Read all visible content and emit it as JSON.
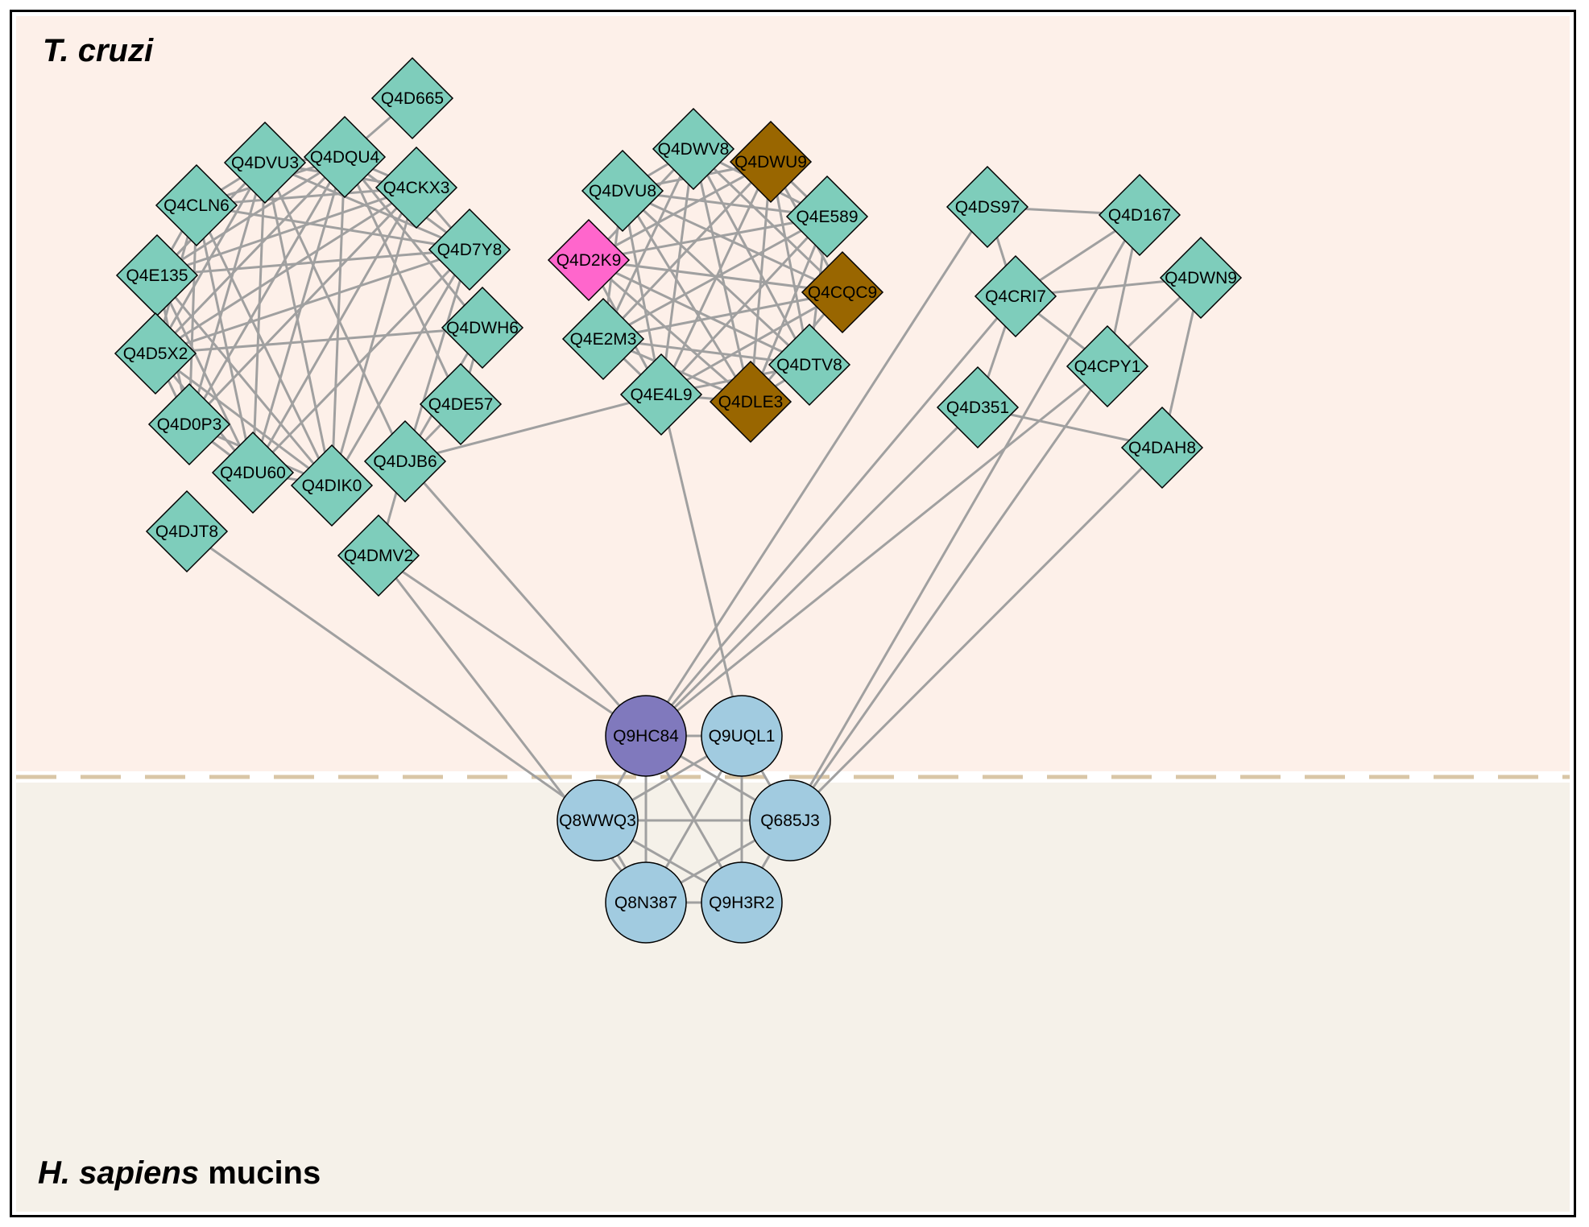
{
  "regions": {
    "top": {
      "label_italic": "T. cruzi",
      "label_rest": "",
      "color": "#fdf0e9"
    },
    "bottom": {
      "label_italic": "H. sapiens",
      "label_rest": " mucins",
      "color": "#f5f1e9"
    },
    "divider_color": "#d9c6a6"
  },
  "colors": {
    "edge": "#a0a0a0",
    "diamond_default": "#7ecdbb",
    "diamond_pink": "#ff66cc",
    "diamond_brown": "#996600",
    "circle_default": "#a1cbe0",
    "circle_highlight": "#8079bd"
  },
  "diagram_data": {
    "diamonds": [
      {
        "id": "Q4D665",
        "color": "diamond_default"
      },
      {
        "id": "Q4DVU3",
        "color": "diamond_default"
      },
      {
        "id": "Q4DQU4",
        "color": "diamond_default"
      },
      {
        "id": "Q4CKX3",
        "color": "diamond_default"
      },
      {
        "id": "Q4CLN6",
        "color": "diamond_default"
      },
      {
        "id": "Q4D7Y8",
        "color": "diamond_default"
      },
      {
        "id": "Q4E135",
        "color": "diamond_default"
      },
      {
        "id": "Q4DWH6",
        "color": "diamond_default"
      },
      {
        "id": "Q4D5X2",
        "color": "diamond_default"
      },
      {
        "id": "Q4DE57",
        "color": "diamond_default"
      },
      {
        "id": "Q4D0P3",
        "color": "diamond_default"
      },
      {
        "id": "Q4DJB6",
        "color": "diamond_default"
      },
      {
        "id": "Q4DU60",
        "color": "diamond_default"
      },
      {
        "id": "Q4DIK0",
        "color": "diamond_default"
      },
      {
        "id": "Q4DJT8",
        "color": "diamond_default"
      },
      {
        "id": "Q4DMV2",
        "color": "diamond_default"
      },
      {
        "id": "Q4DWV8",
        "color": "diamond_default"
      },
      {
        "id": "Q4DWU9",
        "color": "diamond_brown"
      },
      {
        "id": "Q4DVU8",
        "color": "diamond_default"
      },
      {
        "id": "Q4E589",
        "color": "diamond_default"
      },
      {
        "id": "Q4D2K9",
        "color": "diamond_pink"
      },
      {
        "id": "Q4CQC9",
        "color": "diamond_brown"
      },
      {
        "id": "Q4E2M3",
        "color": "diamond_default"
      },
      {
        "id": "Q4DTV8",
        "color": "diamond_default"
      },
      {
        "id": "Q4E4L9",
        "color": "diamond_default"
      },
      {
        "id": "Q4DLE3",
        "color": "diamond_brown"
      },
      {
        "id": "Q4DS97",
        "color": "diamond_default"
      },
      {
        "id": "Q4D167",
        "color": "diamond_default"
      },
      {
        "id": "Q4CRI7",
        "color": "diamond_default"
      },
      {
        "id": "Q4DWN9",
        "color": "diamond_default"
      },
      {
        "id": "Q4CPY1",
        "color": "diamond_default"
      },
      {
        "id": "Q4D351",
        "color": "diamond_default"
      },
      {
        "id": "Q4DAH8",
        "color": "diamond_default"
      }
    ],
    "circles": [
      {
        "id": "Q9HC84",
        "color": "circle_highlight"
      },
      {
        "id": "Q9UQL1",
        "color": "circle_default"
      },
      {
        "id": "Q8WWQ3",
        "color": "circle_default"
      },
      {
        "id": "Q685J3",
        "color": "circle_default"
      },
      {
        "id": "Q8N387",
        "color": "circle_default"
      },
      {
        "id": "Q9H3R2",
        "color": "circle_default"
      }
    ],
    "edges": [
      [
        "Q4D665",
        "Q4DQU4"
      ],
      [
        "Q4DVU3",
        "Q4DQU4"
      ],
      [
        "Q4DVU3",
        "Q4CKX3"
      ],
      [
        "Q4DVU3",
        "Q4CLN6"
      ],
      [
        "Q4DVU3",
        "Q4D7Y8"
      ],
      [
        "Q4DVU3",
        "Q4E135"
      ],
      [
        "Q4DVU3",
        "Q4D5X2"
      ],
      [
        "Q4DVU3",
        "Q4D0P3"
      ],
      [
        "Q4DVU3",
        "Q4DU60"
      ],
      [
        "Q4DVU3",
        "Q4DIK0"
      ],
      [
        "Q4DVU3",
        "Q4DJB6"
      ],
      [
        "Q4DQU4",
        "Q4CKX3"
      ],
      [
        "Q4DQU4",
        "Q4CLN6"
      ],
      [
        "Q4DQU4",
        "Q4D7Y8"
      ],
      [
        "Q4DQU4",
        "Q4E135"
      ],
      [
        "Q4DQU4",
        "Q4D5X2"
      ],
      [
        "Q4DQU4",
        "Q4DU60"
      ],
      [
        "Q4DQU4",
        "Q4DIK0"
      ],
      [
        "Q4DQU4",
        "Q4DE57"
      ],
      [
        "Q4DQU4",
        "Q4DWH6"
      ],
      [
        "Q4DQU4",
        "Q4D0P3"
      ],
      [
        "Q4CKX3",
        "Q4CLN6"
      ],
      [
        "Q4CKX3",
        "Q4D7Y8"
      ],
      [
        "Q4CKX3",
        "Q4E135"
      ],
      [
        "Q4CKX3",
        "Q4D5X2"
      ],
      [
        "Q4CKX3",
        "Q4DU60"
      ],
      [
        "Q4CKX3",
        "Q4DIK0"
      ],
      [
        "Q4CKX3",
        "Q4D0P3"
      ],
      [
        "Q4CLN6",
        "Q4E135"
      ],
      [
        "Q4CLN6",
        "Q4D5X2"
      ],
      [
        "Q4CLN6",
        "Q4DU60"
      ],
      [
        "Q4CLN6",
        "Q4DIK0"
      ],
      [
        "Q4CLN6",
        "Q4D7Y8"
      ],
      [
        "Q4CLN6",
        "Q4D0P3"
      ],
      [
        "Q4D7Y8",
        "Q4E135"
      ],
      [
        "Q4D7Y8",
        "Q4D5X2"
      ],
      [
        "Q4D7Y8",
        "Q4DU60"
      ],
      [
        "Q4D7Y8",
        "Q4DIK0"
      ],
      [
        "Q4D7Y8",
        "Q4DJB6"
      ],
      [
        "Q4E135",
        "Q4D5X2"
      ],
      [
        "Q4E135",
        "Q4DU60"
      ],
      [
        "Q4E135",
        "Q4DIK0"
      ],
      [
        "Q4E135",
        "Q4D0P3"
      ],
      [
        "Q4D5X2",
        "Q4DU60"
      ],
      [
        "Q4D5X2",
        "Q4DIK0"
      ],
      [
        "Q4D5X2",
        "Q4D0P3"
      ],
      [
        "Q4D5X2",
        "Q4DWH6"
      ],
      [
        "Q4DWH6",
        "Q4DE57"
      ],
      [
        "Q4DWH6",
        "Q4DJB6"
      ],
      [
        "Q4DE57",
        "Q4DJB6"
      ],
      [
        "Q4D0P3",
        "Q4DU60"
      ],
      [
        "Q4D0P3",
        "Q4DIK0"
      ],
      [
        "Q4DU60",
        "Q4DIK0"
      ],
      [
        "Q4DJB6",
        "Q4DMV2"
      ],
      [
        "Q4DJB6",
        "Q4E4L9"
      ],
      [
        "Q4DJB6",
        "Q9HC84"
      ],
      [
        "Q4DJT8",
        "Q8WWQ3"
      ],
      [
        "Q4DMV2",
        "Q9HC84"
      ],
      [
        "Q4DMV2",
        "Q8N387"
      ],
      [
        "Q4DWV8",
        "Q4DVU8"
      ],
      [
        "Q4DWV8",
        "Q4E589"
      ],
      [
        "Q4DWV8",
        "Q4D2K9"
      ],
      [
        "Q4DWV8",
        "Q4CQC9"
      ],
      [
        "Q4DWV8",
        "Q4E2M3"
      ],
      [
        "Q4DWV8",
        "Q4DTV8"
      ],
      [
        "Q4DWV8",
        "Q4E4L9"
      ],
      [
        "Q4DWV8",
        "Q4DLE3"
      ],
      [
        "Q4DWU9",
        "Q4DVU8"
      ],
      [
        "Q4DWU9",
        "Q4E589"
      ],
      [
        "Q4DWU9",
        "Q4D2K9"
      ],
      [
        "Q4DWU9",
        "Q4CQC9"
      ],
      [
        "Q4DWU9",
        "Q4E2M3"
      ],
      [
        "Q4DWU9",
        "Q4DTV8"
      ],
      [
        "Q4DWU9",
        "Q4E4L9"
      ],
      [
        "Q4DWU9",
        "Q4DLE3"
      ],
      [
        "Q4DVU8",
        "Q4E589"
      ],
      [
        "Q4DVU8",
        "Q4CQC9"
      ],
      [
        "Q4DVU8",
        "Q4E2M3"
      ],
      [
        "Q4DVU8",
        "Q4DTV8"
      ],
      [
        "Q4DVU8",
        "Q4E4L9"
      ],
      [
        "Q4DVU8",
        "Q4DLE3"
      ],
      [
        "Q4E589",
        "Q4D2K9"
      ],
      [
        "Q4E589",
        "Q4E2M3"
      ],
      [
        "Q4E589",
        "Q4DTV8"
      ],
      [
        "Q4E589",
        "Q4E4L9"
      ],
      [
        "Q4E589",
        "Q4DLE3"
      ],
      [
        "Q4D2K9",
        "Q4CQC9"
      ],
      [
        "Q4D2K9",
        "Q4DTV8"
      ],
      [
        "Q4D2K9",
        "Q4DLE3"
      ],
      [
        "Q4D2K9",
        "Q4E4L9"
      ],
      [
        "Q4CQC9",
        "Q4E2M3"
      ],
      [
        "Q4CQC9",
        "Q4E4L9"
      ],
      [
        "Q4CQC9",
        "Q4DLE3"
      ],
      [
        "Q4E2M3",
        "Q4DTV8"
      ],
      [
        "Q4E2M3",
        "Q4DLE3"
      ],
      [
        "Q4E2M3",
        "Q4E4L9"
      ],
      [
        "Q4DTV8",
        "Q4E4L9"
      ],
      [
        "Q4DTV8",
        "Q4DLE3"
      ],
      [
        "Q4E4L9",
        "Q4DLE3"
      ],
      [
        "Q4E4L9",
        "Q9UQL1"
      ],
      [
        "Q4DS97",
        "Q4D167"
      ],
      [
        "Q4DS97",
        "Q4CRI7"
      ],
      [
        "Q4DS97",
        "Q9HC84"
      ],
      [
        "Q4D167",
        "Q4CRI7"
      ],
      [
        "Q4D167",
        "Q4CPY1"
      ],
      [
        "Q4D167",
        "Q685J3"
      ],
      [
        "Q4CRI7",
        "Q4DWN9"
      ],
      [
        "Q4CRI7",
        "Q4CPY1"
      ],
      [
        "Q4CRI7",
        "Q4D351"
      ],
      [
        "Q4CRI7",
        "Q9HC84"
      ],
      [
        "Q4DWN9",
        "Q4CPY1"
      ],
      [
        "Q4DWN9",
        "Q4DAH8"
      ],
      [
        "Q4CPY1",
        "Q9HC84"
      ],
      [
        "Q4CPY1",
        "Q685J3"
      ],
      [
        "Q4D351",
        "Q4DAH8"
      ],
      [
        "Q4D351",
        "Q9HC84"
      ],
      [
        "Q4DAH8",
        "Q685J3"
      ],
      [
        "Q9HC84",
        "Q9UQL1"
      ],
      [
        "Q9HC84",
        "Q8WWQ3"
      ],
      [
        "Q9HC84",
        "Q685J3"
      ],
      [
        "Q9HC84",
        "Q8N387"
      ],
      [
        "Q9HC84",
        "Q9H3R2"
      ],
      [
        "Q9UQL1",
        "Q8WWQ3"
      ],
      [
        "Q9UQL1",
        "Q685J3"
      ],
      [
        "Q9UQL1",
        "Q8N387"
      ],
      [
        "Q9UQL1",
        "Q9H3R2"
      ],
      [
        "Q8WWQ3",
        "Q685J3"
      ],
      [
        "Q8WWQ3",
        "Q8N387"
      ],
      [
        "Q8WWQ3",
        "Q9H3R2"
      ],
      [
        "Q685J3",
        "Q8N387"
      ],
      [
        "Q685J3",
        "Q9H3R2"
      ],
      [
        "Q8N387",
        "Q9H3R2"
      ]
    ]
  }
}
